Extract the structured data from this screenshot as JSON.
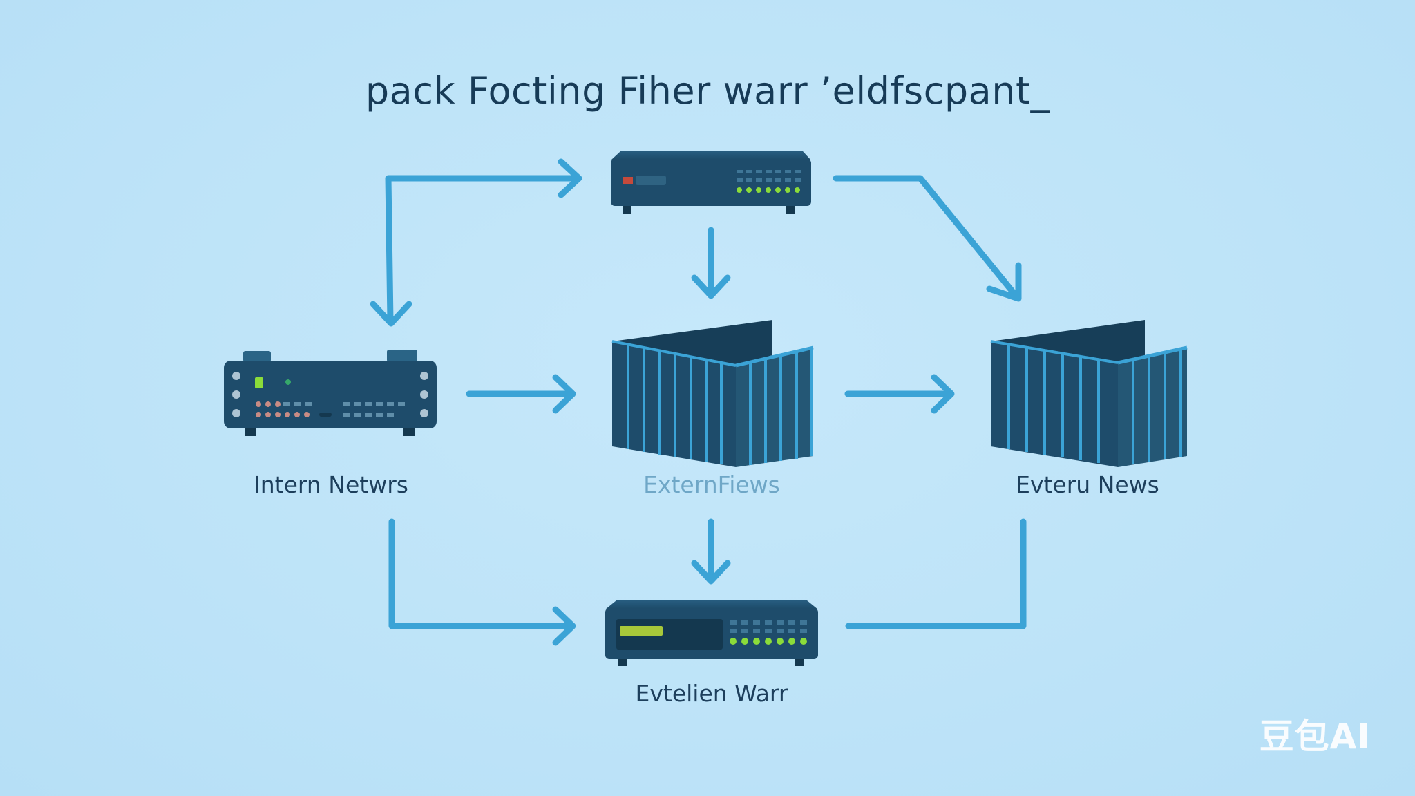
{
  "title": "pack Focting Fiher warr ’eldfscpant_",
  "nodes": {
    "intern": {
      "label": "Intern Netwrs",
      "icon": "router-icon"
    },
    "extern": {
      "label": "ExternFiews",
      "icon": "server-cabinet-icon"
    },
    "evteru": {
      "label": "Evteru News",
      "icon": "server-cabinet-icon"
    },
    "top_switch": {
      "icon": "network-switch-icon"
    },
    "bottom": {
      "label": "Evtelien Warr",
      "icon": "network-switch-icon"
    }
  },
  "watermark": "豆包AI",
  "colors": {
    "background": "#bfe4f8",
    "arrow": "#3ba3d6",
    "device": "#1e4c6b",
    "device_dark": "#14384f",
    "led": "#8bdc3a",
    "text": "#173b57"
  }
}
